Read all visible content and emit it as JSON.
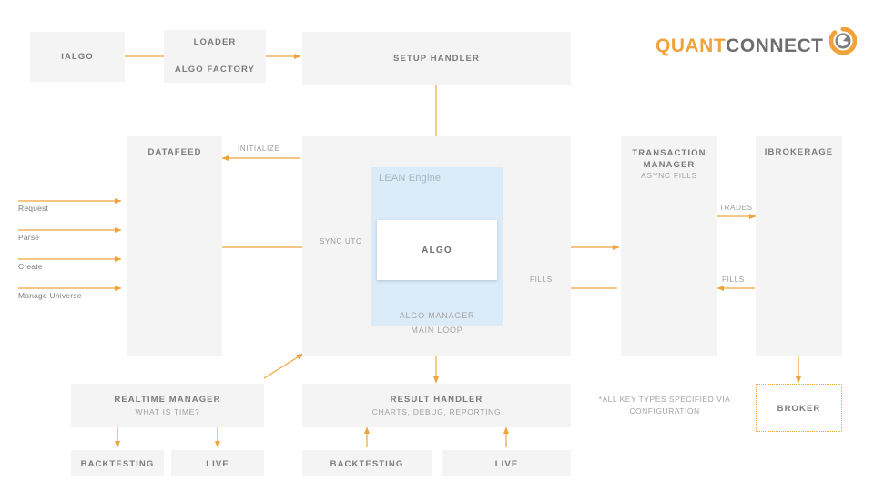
{
  "brand": {
    "name_part1": "QUANT",
    "name_part2": "CONNECT",
    "orange": "#f0a33c",
    "gray": "#6e6e6e",
    "mark_icon": "quantconnect-swirl-icon"
  },
  "colors": {
    "box_fill": "#f4f4f4",
    "lean_fill": "#dcebf8",
    "arrow": "#f0a33c",
    "label_text": "#7b7b7b",
    "sub_text": "#a3a3a3"
  },
  "nodes": {
    "ialgo": {
      "label": "IALGO"
    },
    "loader": {
      "label": "LOADER"
    },
    "algo_factory": {
      "label": "ALGO FACTORY"
    },
    "setup_handler": {
      "label": "SETUP HANDLER"
    },
    "datafeed": {
      "label": "DATAFEED"
    },
    "lean_engine": {
      "label": "LEAN Engine"
    },
    "algo": {
      "label": "ALGO"
    },
    "algo_manager": {
      "label": "ALGO MANAGER"
    },
    "main_loop": {
      "label": "MAIN LOOP"
    },
    "transaction_manager": {
      "label": "TRANSACTION MANAGER",
      "sublabel": "ASYNC FILLS"
    },
    "ibrokerage": {
      "label": "IBROKERAGE"
    },
    "broker": {
      "label": "BROKER"
    },
    "realtime_manager": {
      "label": "REALTIME MANAGER",
      "sublabel": "WHAT IS TIME?"
    },
    "result_handler": {
      "label": "RESULT HANDLER",
      "sublabel": "CHARTS, DEBUG, REPORTING"
    },
    "realtime_backtesting": {
      "label": "BACKTESTING"
    },
    "realtime_live": {
      "label": "LIVE"
    },
    "result_backtesting": {
      "label": "BACKTESTING"
    },
    "result_live": {
      "label": "LIVE"
    }
  },
  "edges": {
    "initialize": {
      "label": "INITIALIZE"
    },
    "sync_utc": {
      "label": "SYNC UTC"
    },
    "trades": {
      "label": "TRADES"
    },
    "fills_engine": {
      "label": "FILLS"
    },
    "fills_brokerage": {
      "label": "FILLS"
    }
  },
  "inputs": [
    {
      "label": "Request"
    },
    {
      "label": "Parse"
    },
    {
      "label": "Create"
    },
    {
      "label": "Manage Universe"
    }
  ],
  "footnote": {
    "line1": "*ALL KEY TYPES SPECIFIED VIA",
    "line2": "CONFIGURATION"
  }
}
